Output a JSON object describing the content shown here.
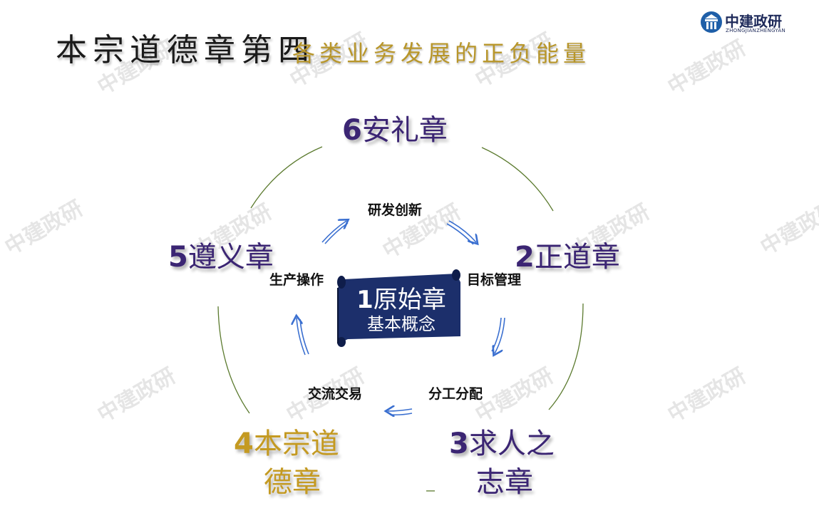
{
  "title": {
    "main": "本宗道德章第四",
    "dash": "–",
    "sub": "各类业务发展的正负能量"
  },
  "logo": {
    "name": "中建政研",
    "pinyin": "ZHONGJIANZHENGYAN"
  },
  "chapters": {
    "c6": {
      "num": "6",
      "text": "安礼章"
    },
    "c5": {
      "num": "5",
      "text": "遵义章"
    },
    "c2": {
      "num": "2",
      "text": "正道章"
    },
    "c4": {
      "num": "4",
      "line1": "本宗道",
      "line2": "德章"
    },
    "c3": {
      "num": "3",
      "line1": "求人之",
      "line2": "志章"
    }
  },
  "center": {
    "num": "1",
    "title": "原始章",
    "subtitle": "基本概念"
  },
  "cycle": {
    "research": "研发创新",
    "target": "目标管理",
    "division": "分工分配",
    "exchange": "交流交易",
    "production": "生产操作"
  },
  "watermark": "中建政研",
  "colors": {
    "purple": "#3b2573",
    "gold": "#c49a22",
    "scroll": "#1c2f6b",
    "arrow": "#3a6fd0",
    "ring": "#5b7a2e"
  }
}
